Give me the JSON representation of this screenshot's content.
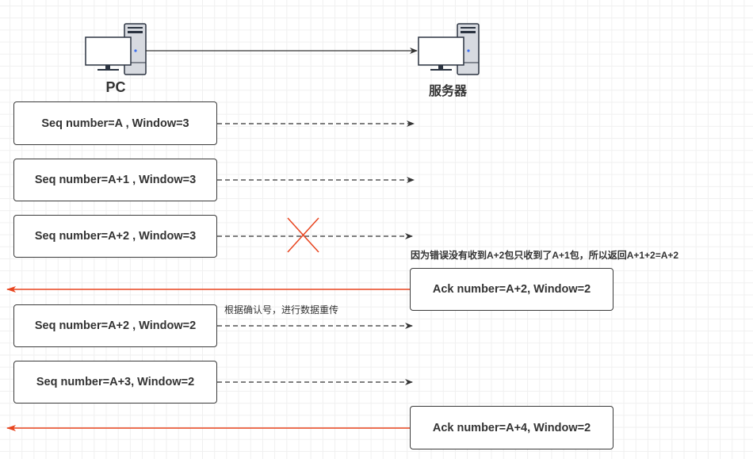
{
  "nodes": {
    "client": {
      "label": "PC",
      "icon": "pc-workstation-icon"
    },
    "server": {
      "label": "服务器",
      "icon": "server-workstation-icon"
    }
  },
  "colors": {
    "send_arrow": "#333333",
    "ack_arrow": "#e8441e",
    "lost_mark": "#e8441e",
    "box_border": "#3a3a3a",
    "text": "#333333",
    "grid": "#f0f0f0"
  },
  "messages": [
    {
      "direction": "client-to-server",
      "label": "Seq number=A , Window=3",
      "style": "dashed",
      "lost": false
    },
    {
      "direction": "client-to-server",
      "label": "Seq number=A+1 , Window=3",
      "style": "dashed",
      "lost": false
    },
    {
      "direction": "client-to-server",
      "label": "Seq number=A+2 , Window=3",
      "style": "dashed",
      "lost": true
    },
    {
      "direction": "server-to-client",
      "label": "Ack number=A+2, Window=2",
      "style": "solid",
      "lost": false
    },
    {
      "direction": "client-to-server",
      "label": "Seq number=A+2 , Window=2",
      "style": "dashed",
      "lost": false
    },
    {
      "direction": "client-to-server",
      "label": "Seq number=A+3, Window=2",
      "style": "dashed",
      "lost": false
    },
    {
      "direction": "server-to-client",
      "label": "Ack number=A+4, Window=2",
      "style": "solid",
      "lost": false
    }
  ],
  "annotations": {
    "ack_reason": "因为错误没有收到A+2包只收到了A+1包，所以返回A+1+2=A+2",
    "retransmit": "根据确认号，进行数据重传"
  }
}
